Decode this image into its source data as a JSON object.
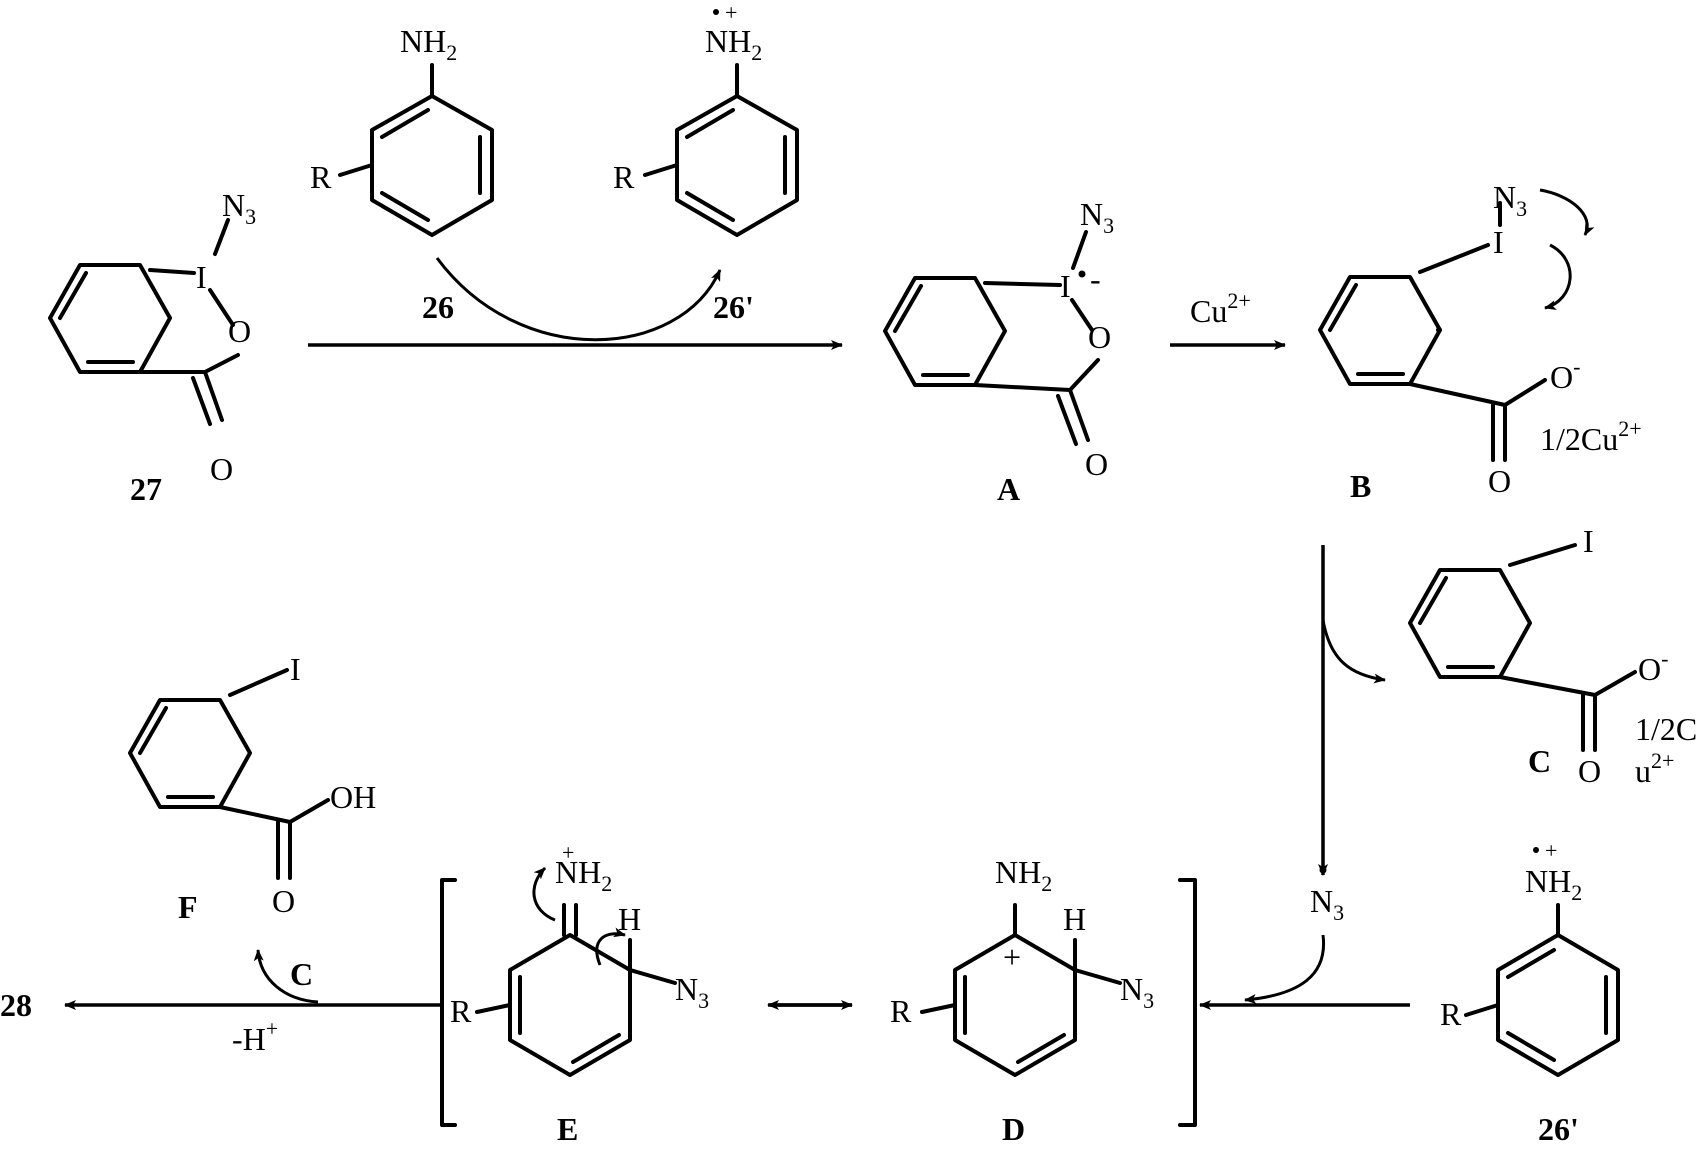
{
  "labels": {
    "c27": "27",
    "c26": "26",
    "c26p_top": "26'",
    "cA": "A",
    "cB": "B",
    "cC": "C",
    "cD": "D",
    "cE": "E",
    "cF": "F",
    "c26p_bottom": "26'",
    "c28": "28"
  },
  "reagents": {
    "cu": "Cu",
    "cu_charge": "2+",
    "half_cu_b": "1/2Cu",
    "half_cu_b_charge": "2+",
    "half_cu_c1": "1/2C",
    "half_cu_c2": "u",
    "half_cu_c_charge": "2+",
    "arrow_c": "C",
    "minus_h": "-H",
    "minus_h_charge": "+"
  },
  "atoms": {
    "N": "N",
    "NH": "NH",
    "sub2": "2",
    "sub3": "3",
    "I": "I",
    "O": "O",
    "OH": "OH",
    "R": "R",
    "H": "H",
    "plus": "+",
    "minus": "-"
  }
}
